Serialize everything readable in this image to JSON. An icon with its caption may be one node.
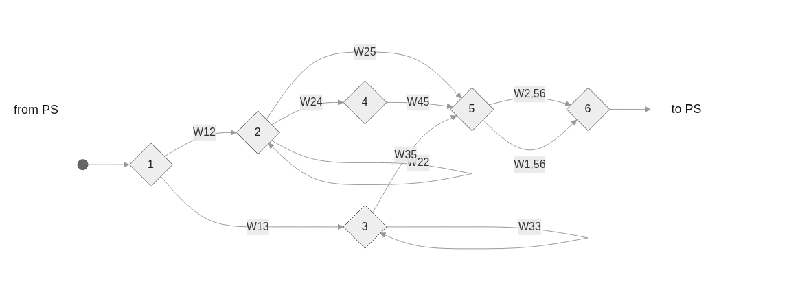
{
  "diagram": {
    "nodes": [
      {
        "text": [],
        "shape": "circle"
      },
      {
        "text": [
          "1"
        ]
      },
      {
        "text": [
          "2"
        ]
      },
      {
        "text": [
          "3"
        ]
      },
      {
        "text": [
          "4"
        ]
      },
      {
        "text": [
          "5"
        ]
      },
      {
        "text": [
          "6"
        ]
      },
      {
        "text": [
          "to PS"
        ]
      }
    ],
    "edges": [
      {
        "from": 0,
        "to": 1,
        "arrow": "to"
      },
      {
        "from": 1,
        "to": 2,
        "arrow": "to",
        "label": "W12"
      },
      {
        "from": 1,
        "to": 3,
        "arrow": "to",
        "label": "W13"
      },
      {
        "from": 2,
        "to": 2,
        "arrow": "to",
        "label": "W22"
      },
      {
        "from": 2,
        "to": 4,
        "arrow": "to",
        "label": "W24"
      },
      {
        "from": 2,
        "to": 5,
        "arrow": "to",
        "label": "W25"
      },
      {
        "from": 4,
        "to": 5,
        "arrow": "to",
        "label": "W45"
      },
      {
        "from": 3,
        "to": 3,
        "arrow": "to",
        "label": "W33"
      },
      {
        "from": 3,
        "to": 5,
        "arrow": "to",
        "label": "W35"
      },
      {
        "from": 5,
        "to": 6,
        "arrow": "to",
        "label": "W2,56"
      },
      {
        "from": 5,
        "to": 6,
        "arrow": "to",
        "label": "W1,56"
      },
      {
        "from": 6,
        "to": 7,
        "arrow": "to"
      }
    ],
    "labels": [
      "from PS"
    ]
  }
}
